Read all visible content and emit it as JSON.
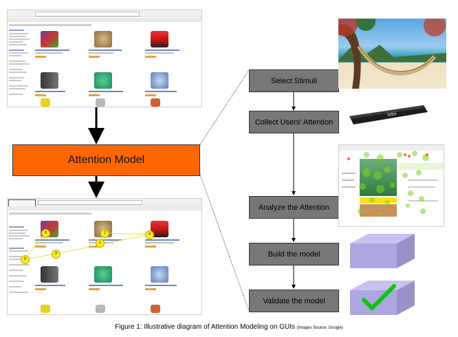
{
  "attention_model_label": "Attention Model",
  "flow_steps": [
    "Select Stimuli",
    "Collect Users' Attention",
    "Analyze the Attention",
    "Build the model",
    "Validate the model"
  ],
  "caption": {
    "main": "Figure 1: Illustrative diagram of Attention Modeling on GUIs",
    "source": "(Images Source: Google)"
  },
  "fixation_numbers": [
    "1",
    "2",
    "3",
    "4",
    "5",
    "6"
  ],
  "tracker_brand": "tobii"
}
